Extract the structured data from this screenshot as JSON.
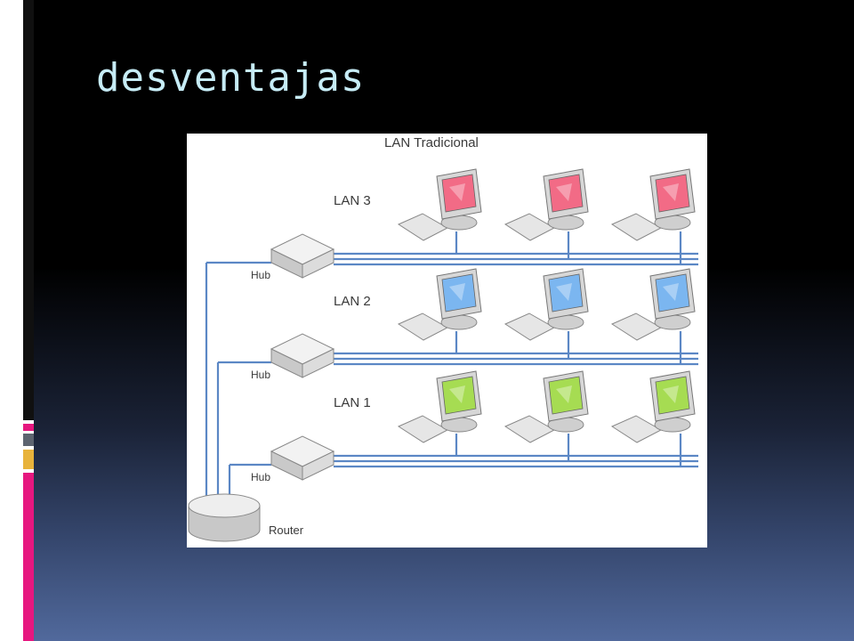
{
  "slide": {
    "title": "desventajas"
  },
  "diagram": {
    "heading": "LAN Tradicional",
    "router_label": "Router",
    "hub_label": "Hub",
    "lans": [
      {
        "label": "LAN 3",
        "screen_color": "#f26b86"
      },
      {
        "label": "LAN 2",
        "screen_color": "#7bb6f0"
      },
      {
        "label": "LAN 1",
        "screen_color": "#a6dc52"
      }
    ]
  },
  "colors": {
    "cable": "#5b87c5",
    "accent_pink": "#e6177f",
    "accent_gold": "#e8b33b",
    "accent_gray": "#5d6470"
  }
}
